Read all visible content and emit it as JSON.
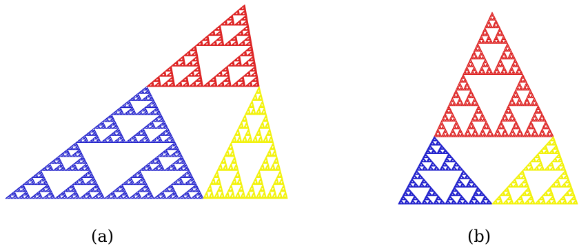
{
  "captions": {
    "a": "(a)",
    "b": "(b)"
  },
  "colors": {
    "red": "#dd2222",
    "blue": "#2222cc",
    "yellow": "#f2f20a"
  },
  "recursion_depth": 6,
  "panels": [
    {
      "id": "a",
      "pieces": [
        "blue",
        "red",
        "yellow"
      ]
    },
    {
      "id": "b",
      "pieces": [
        "red",
        "blue",
        "yellow"
      ]
    }
  ]
}
